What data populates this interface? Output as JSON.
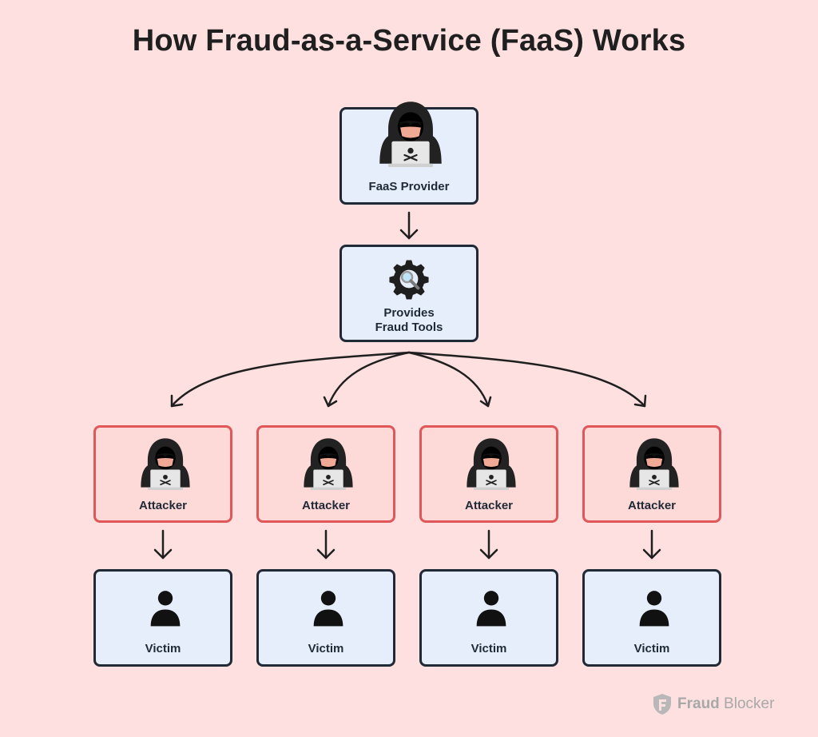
{
  "title": "How Fraud-as-a-Service (FaaS) Works",
  "provider": {
    "label": "FaaS Provider",
    "icon": "hooded-hacker-laptop-icon"
  },
  "tools": {
    "label_line1": "Provides",
    "label_line2": "Fraud Tools",
    "icon": "gear-wrench-icon"
  },
  "attackers": [
    {
      "label": "Attacker"
    },
    {
      "label": "Attacker"
    },
    {
      "label": "Attacker"
    },
    {
      "label": "Attacker"
    }
  ],
  "victims": [
    {
      "label": "Victim"
    },
    {
      "label": "Victim"
    },
    {
      "label": "Victim"
    },
    {
      "label": "Victim"
    }
  ],
  "brand": {
    "part1": "Fraud",
    "part2": " Blocker"
  },
  "colors": {
    "background": "#fde0df",
    "node_blue_fill": "#e6eefb",
    "node_blue_border": "#1f2a36",
    "attacker_fill": "#fdd9d8",
    "attacker_border": "#e0575a"
  }
}
